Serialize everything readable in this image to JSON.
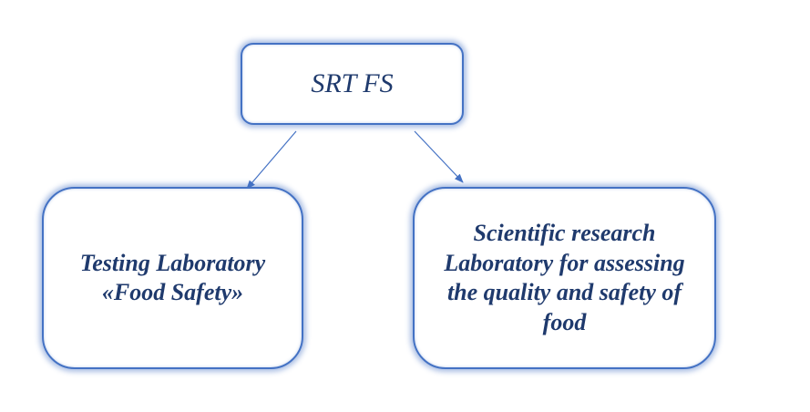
{
  "diagram": {
    "root": {
      "label": "SRT FS"
    },
    "left": {
      "label": "Testing Laboratory «Food Safety»"
    },
    "right": {
      "label": "Scientific research Laboratory for assessing the quality and safety of food"
    }
  },
  "colors": {
    "border": "#4472c4",
    "text": "#1f3a6d",
    "arrow": "#4472c4"
  }
}
